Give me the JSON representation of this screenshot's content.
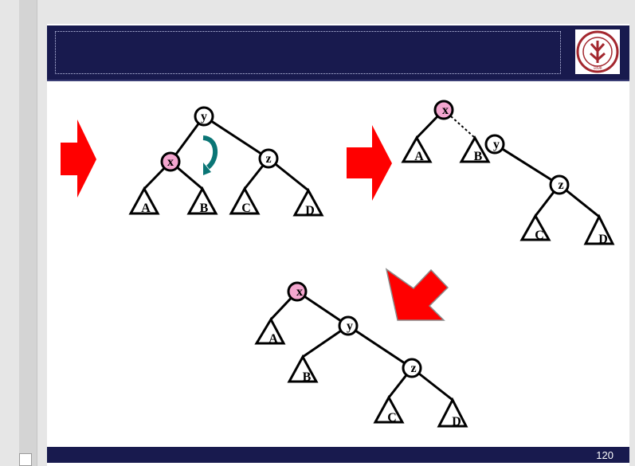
{
  "footer": {
    "page_number": "120"
  },
  "logo": {
    "text": "PEKING UNIVERSITY",
    "year": "1898",
    "icon": "university-seal-icon"
  },
  "colors": {
    "header": "#181a4e",
    "highlight_node": "#f4a6cf",
    "arrow": "#ff0000",
    "rotate_arrow": "#007d7d"
  },
  "trees": {
    "tree1": {
      "nodes": {
        "y": "y",
        "x": "x",
        "z": "z"
      },
      "subtrees": {
        "A": "A",
        "B": "B",
        "C": "C",
        "D": "D"
      }
    },
    "tree2": {
      "nodes": {
        "x": "x",
        "y": "y",
        "z": "z"
      },
      "subtrees": {
        "A": "A",
        "B": "B",
        "C": "C",
        "D": "D"
      }
    },
    "tree3": {
      "nodes": {
        "x": "x",
        "y": "y",
        "z": "z"
      },
      "subtrees": {
        "A": "A",
        "B": "B",
        "C": "C",
        "D": "D"
      }
    }
  }
}
